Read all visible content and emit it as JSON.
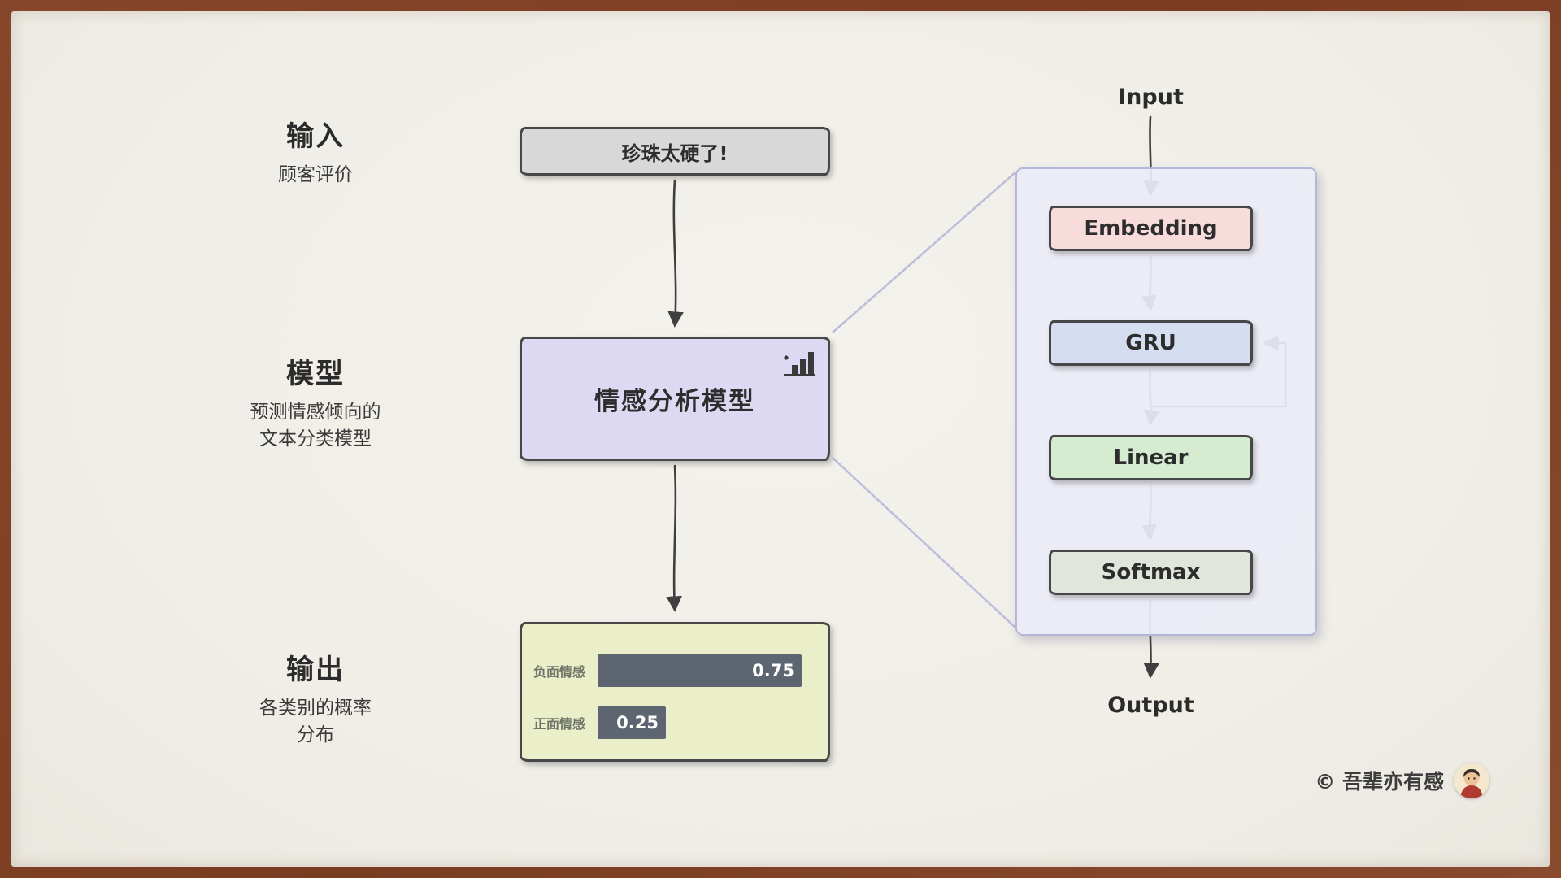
{
  "page": {
    "paper_color": "#f1efe9",
    "frame_color": "#7d3f24",
    "arrow_color": "#3f3f3f",
    "connector_color": "#b6b9dc"
  },
  "rows": {
    "input": {
      "title": "输入",
      "subtitle": "顾客评价"
    },
    "model": {
      "title": "模型",
      "subtitle_line1": "预测情感倾向的",
      "subtitle_line2": "文本分类模型"
    },
    "output": {
      "title": "输出",
      "subtitle_line1": "各类别的概率",
      "subtitle_line2": "分布"
    }
  },
  "flow": {
    "input_box": {
      "text": "珍珠太硬了!",
      "color": "#d8d8d8"
    },
    "model_box": {
      "text": "情感分析模型",
      "color": "#ded9f2"
    },
    "output_box": {
      "color": "#eaefc9"
    },
    "chart": {
      "bar_color": "#5d6670",
      "bars": [
        {
          "label": "负面情感",
          "value": 0.75,
          "value_label": "0.75"
        },
        {
          "label": "正面情感",
          "value": 0.25,
          "value_label": "0.25"
        }
      ]
    }
  },
  "chart_data": {
    "type": "bar",
    "orientation": "horizontal",
    "categories": [
      "负面情感",
      "正面情感"
    ],
    "values": [
      0.75,
      0.25
    ],
    "xlim": [
      0,
      1
    ],
    "title": "",
    "xlabel": "",
    "ylabel": ""
  },
  "detail": {
    "panel_color": "#ebecf6",
    "input_label": "Input",
    "output_label": "Output",
    "layers": [
      {
        "name": "Embedding",
        "color": "#f8dbdb"
      },
      {
        "name": "GRU",
        "color": "#d5ddf0"
      },
      {
        "name": "Linear",
        "color": "#d6ecd1"
      },
      {
        "name": "Softmax",
        "color": "#e0e6dc"
      }
    ]
  },
  "footer": {
    "credit": "© 吾辈亦有感"
  }
}
